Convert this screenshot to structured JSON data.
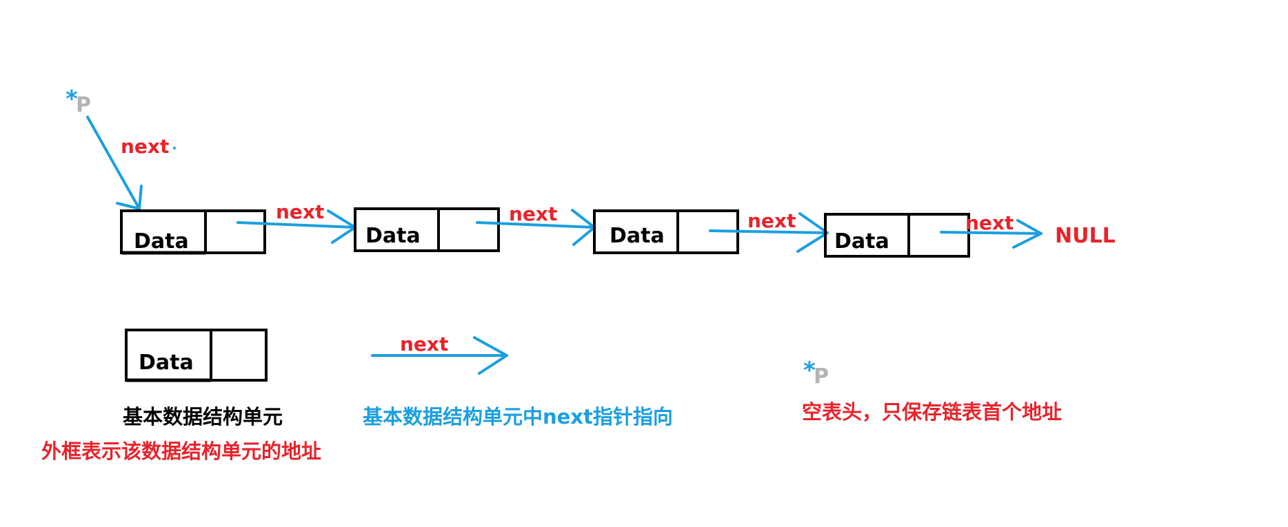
{
  "colors": {
    "arrow": "#1a9fe0",
    "label_red": "#e8232b",
    "box": "#000000",
    "pointer_grey": "#b3b3b3",
    "legend_black": "#000000",
    "legend_blue": "#1a9fe0"
  },
  "pointer": {
    "star": "*",
    "letter": "P",
    "next_label": "next"
  },
  "nodes": [
    {
      "data_label": "Data",
      "next_label": "next"
    },
    {
      "data_label": "Data",
      "next_label": "next"
    },
    {
      "data_label": "Data",
      "next_label": "next"
    },
    {
      "data_label": "Data",
      "next_label": "next"
    }
  ],
  "terminator": "NULL",
  "legend": {
    "node": {
      "data_label": "Data",
      "title": "基本数据结构单元",
      "caption": "外框表示该数据结构单元的地址"
    },
    "arrow": {
      "label": "next",
      "caption": "基本数据结构单元中next指针指向"
    },
    "head": {
      "star": "*",
      "letter": "P",
      "caption": "空表头，只保存链表首个地址"
    }
  }
}
